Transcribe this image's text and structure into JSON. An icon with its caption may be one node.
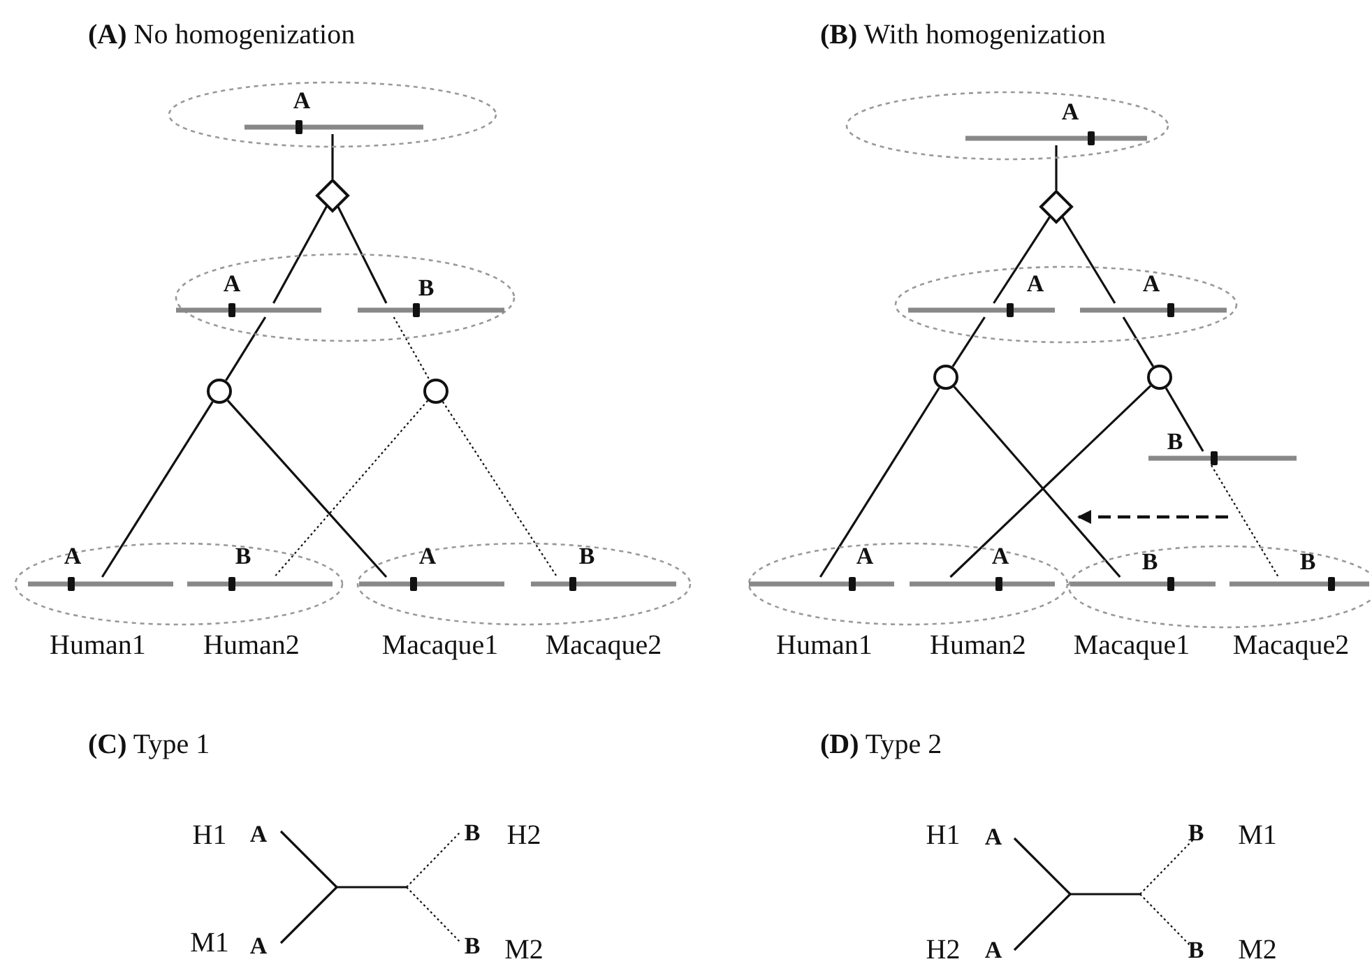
{
  "diagram": {
    "nodes": [
      {
        "text": [],
        "shape": "ellipse"
      },
      {
        "text": [
          "A"
        ],
        "in": 0
      },
      {
        "text": [],
        "shape": "diamond"
      },
      {
        "text": [],
        "shape": "ellipse"
      },
      {
        "text": [
          "A"
        ],
        "in": 3
      },
      {
        "text": [
          "B"
        ],
        "in": 3
      },
      {
        "text": [],
        "shape": "circle"
      },
      {
        "text": [],
        "shape": "circle"
      },
      {
        "text": [],
        "shape": "ellipse"
      },
      {
        "text": [
          "A"
        ],
        "in": 8,
        "beside": [
          "Human1"
        ]
      },
      {
        "text": [
          "B"
        ],
        "in": 8,
        "beside": [
          "Human2"
        ]
      },
      {
        "text": [],
        "shape": "ellipse"
      },
      {
        "text": [
          "A"
        ],
        "in": 11,
        "beside": [
          "Macaque1"
        ]
      },
      {
        "text": [
          "B"
        ],
        "in": 11,
        "beside": [
          "Macaque2"
        ]
      },
      {
        "text": [],
        "shape": "ellipse"
      },
      {
        "text": [
          "A"
        ],
        "in": 14
      },
      {
        "text": [],
        "shape": "diamond"
      },
      {
        "text": [],
        "shape": "ellipse"
      },
      {
        "text": [
          "A"
        ],
        "in": 17
      },
      {
        "text": [
          "A"
        ],
        "in": 17
      },
      {
        "text": [],
        "shape": "circle"
      },
      {
        "text": [],
        "shape": "circle"
      },
      {
        "text": [
          "B"
        ]
      },
      {
        "text": [],
        "shape": "ellipse"
      },
      {
        "text": [
          "A"
        ],
        "in": 23,
        "beside": [
          "Human1"
        ]
      },
      {
        "text": [
          "A"
        ],
        "in": 23,
        "beside": [
          "Human2"
        ]
      },
      {
        "text": [],
        "shape": "ellipse"
      },
      {
        "text": [
          "B"
        ],
        "in": 26,
        "beside": [
          "Macaque1"
        ]
      },
      {
        "text": [
          "B"
        ],
        "in": 26,
        "beside": [
          "Macaque2"
        ]
      }
    ],
    "edges": [
      {
        "from": 1,
        "to": 2,
        "arrow": "none"
      },
      {
        "from": 2,
        "to": 4,
        "arrow": "none"
      },
      {
        "from": 2,
        "to": 5,
        "arrow": "none"
      },
      {
        "from": 4,
        "to": 6,
        "arrow": "none"
      },
      {
        "from": 5,
        "to": 7,
        "arrow": "none",
        "style": "dashed"
      },
      {
        "from": 6,
        "to": 9,
        "arrow": "none"
      },
      {
        "from": 6,
        "to": 12,
        "arrow": "none"
      },
      {
        "from": 7,
        "to": 10,
        "arrow": "none",
        "style": "dashed"
      },
      {
        "from": 7,
        "to": 13,
        "arrow": "none",
        "style": "dashed"
      },
      {
        "from": 15,
        "to": 16,
        "arrow": "none"
      },
      {
        "from": 16,
        "to": 18,
        "arrow": "none"
      },
      {
        "from": 16,
        "to": 19,
        "arrow": "none"
      },
      {
        "from": 18,
        "to": 20,
        "arrow": "none"
      },
      {
        "from": 19,
        "to": 21,
        "arrow": "none"
      },
      {
        "from": 20,
        "to": 24,
        "arrow": "none"
      },
      {
        "from": 20,
        "to": 27,
        "arrow": "none"
      },
      {
        "from": 21,
        "to": 25,
        "arrow": "none"
      },
      {
        "from": 21,
        "to": 22,
        "arrow": "none"
      },
      {
        "from": 22,
        "to": 28,
        "arrow": "none",
        "style": "dashed"
      }
    ],
    "labels": [
      "**(A)** No homogenization",
      "**(B)** With homogenization",
      "**(C)** Type 1",
      "H1",
      "A",
      "B",
      "H2",
      "M1",
      "A",
      "B",
      "M2",
      "**(D)** Type 2",
      "H1",
      "A",
      "B",
      "M1",
      "H2",
      "A",
      "B",
      "M2"
    ]
  }
}
